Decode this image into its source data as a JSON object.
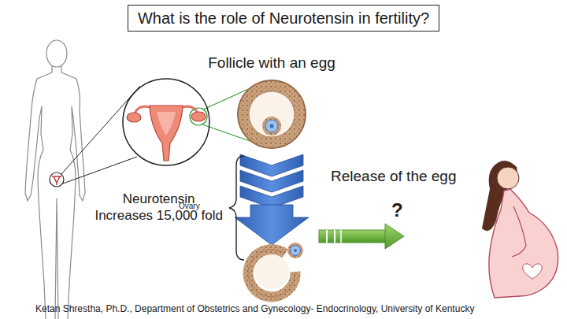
{
  "diagram": {
    "title": "What is the role of Neurotensin in fertility?",
    "caption": "Ketan Shrestha, Ph.D., Department of Obstetrics and Gynecology- Endocrinology, University of Kentucky",
    "nodes": [
      {
        "text": [
          "Ovary"
        ]
      },
      {
        "text": [
          "Follicle with an egg"
        ]
      }
    ],
    "labels": [
      "Release of the egg",
      "Neurotensin Increases 15,000 fold",
      "?"
    ]
  }
}
